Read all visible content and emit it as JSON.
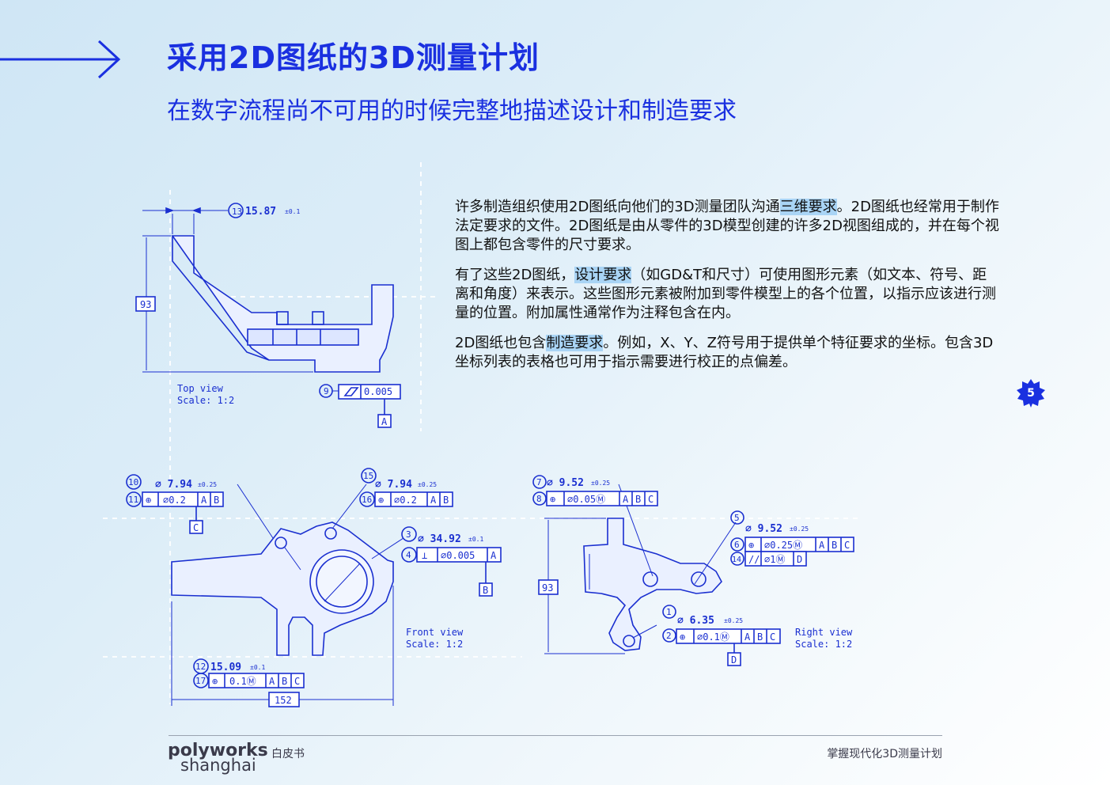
{
  "header": {
    "title": "采用2D图纸的3D测量计划",
    "subtitle": "在数字流程尚不可用的时候完整地描述设计和制造要求"
  },
  "body": {
    "p1_pre": "许多制造组织使用2D图纸向他们的3D测量团队沟通",
    "p1_hl": "三维要求",
    "p1_post": "。2D图纸也经常用于制作法定要求的文件。2D图纸是由从零件的3D模型创建的许多2D视图组成的，并在每个视图上都包含零件的尺寸要求。",
    "p2_pre": "有了这些2D图纸，",
    "p2_hl": "设计要求",
    "p2_post": "（如GD&T和尺寸）可使用图形元素（如文本、符号、距离和角度）来表示。这些图形元素被附加到零件模型上的各个位置，以指示应该进行测量的位置。附加属性通常作为注释包含在内。",
    "p3_pre": "2D图纸也包含",
    "p3_hl": "制造要求",
    "p3_post": "。例如，X、Y、Z符号用于提供单个特征要求的坐标。包含3D坐标列表的表格也可用于指示需要进行校正的点偏差。"
  },
  "page_number": "5",
  "footer": {
    "logo_line1": "polyworks",
    "logo_line2": "shanghai",
    "doc_type": "白皮书",
    "doc_title": "掌握现代化3D测量计划"
  },
  "drawing": {
    "top_view": {
      "label": "Top view",
      "scale": "Scale:  1:2",
      "dim_13": "15.87",
      "tol_13": "±0.1",
      "dim_93": "93",
      "fcf_9": "0.005",
      "datum_a": "A",
      "balloons": [
        "13",
        "9"
      ]
    },
    "front_view": {
      "label": "Front view",
      "scale": "Scale:  1:2",
      "d10": "7.94",
      "t10": "±0.25",
      "f11": "⌀0.2",
      "datum_c": "C",
      "d15": "7.94",
      "t15": "±0.25",
      "f16": "⌀0.2",
      "d3": "34.92",
      "t3": "±0.1",
      "f4": "⌀0.005",
      "datum_b": "B",
      "d12": "15.09",
      "t12": "±0.1",
      "f17": "0.1Ⓜ",
      "d152": "152",
      "ref_a": "A",
      "ref_b": "B",
      "ref_c": "C",
      "balloons": [
        "10",
        "11",
        "15",
        "16",
        "3",
        "4",
        "12",
        "17"
      ]
    },
    "right_view": {
      "label": "Right view",
      "scale": "Scale:  1:2",
      "d7": "9.52",
      "t7": "±0.25",
      "f8": "⌀0.05Ⓜ",
      "d5": "9.52",
      "t5": "±0.25",
      "f6": "⌀0.25Ⓜ",
      "f14": "⌀1Ⓜ",
      "ref_d": "D",
      "d1": "6.35",
      "t1": "±0.25",
      "f2": "⌀0.1Ⓜ",
      "datum_d": "D",
      "dim_93": "93",
      "balloons": [
        "7",
        "8",
        "5",
        "6",
        "14",
        "1",
        "2"
      ]
    }
  }
}
